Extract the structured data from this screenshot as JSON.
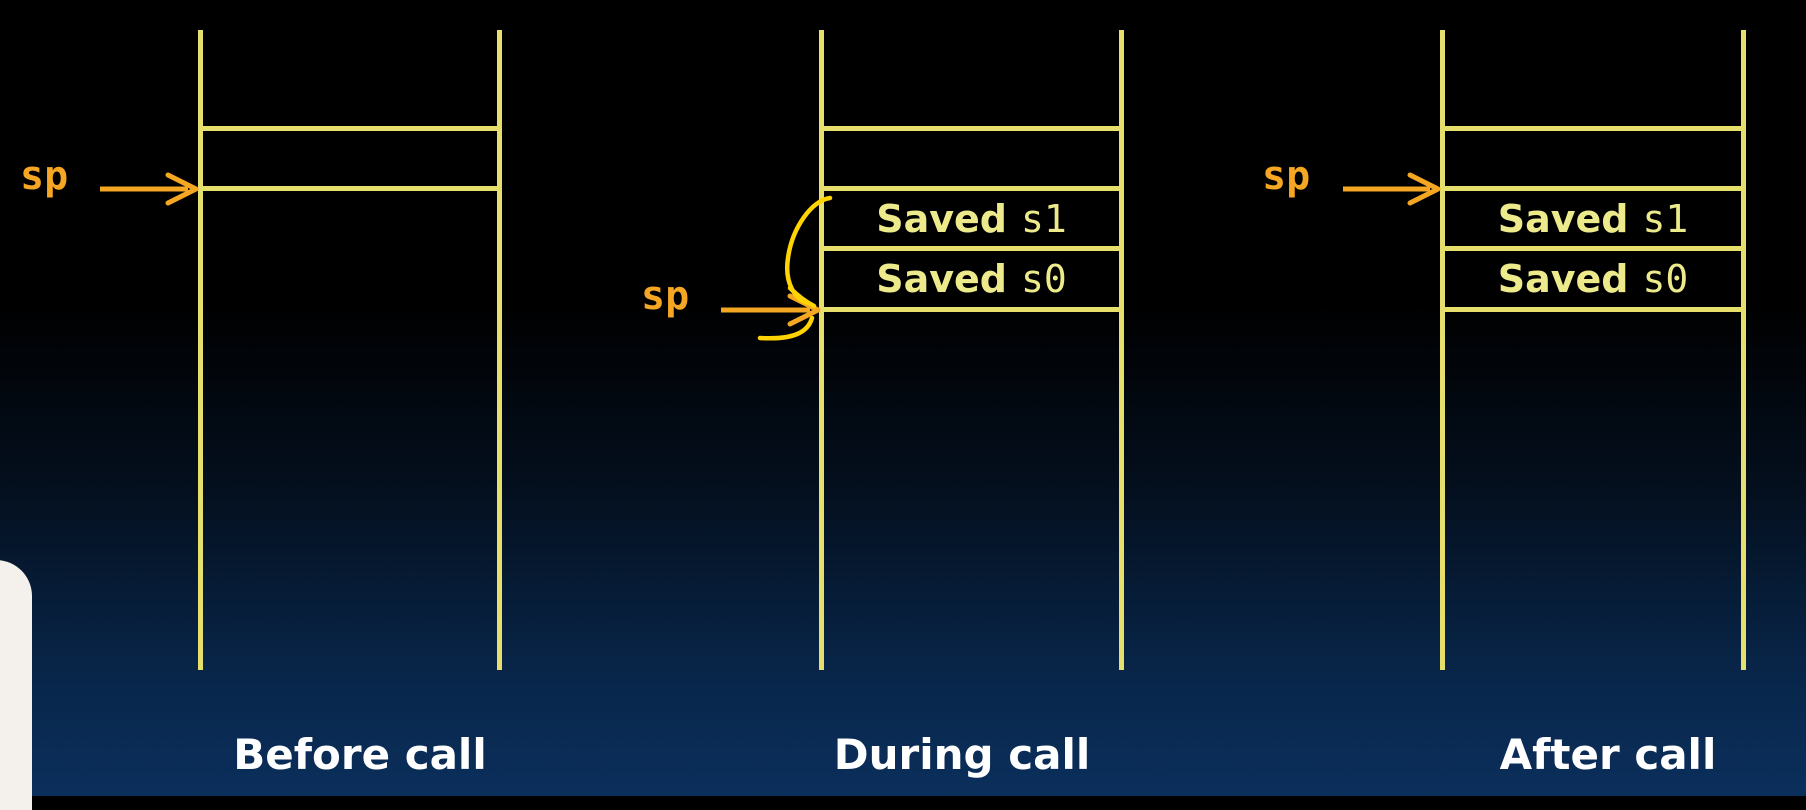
{
  "colors": {
    "rail": "#e6df6b",
    "pointer": "#f5a623",
    "cell_text": "#ecea8a",
    "annotation": "#ffd400",
    "caption": "#ffffff"
  },
  "pointer_label": "sp",
  "stacks": [
    {
      "caption": "Before call",
      "cells": []
    },
    {
      "caption": "During call",
      "cells": [
        {
          "word": "Saved",
          "reg": "s1"
        },
        {
          "word": "Saved",
          "reg": "s0"
        }
      ]
    },
    {
      "caption": "After call",
      "cells": [
        {
          "word": "Saved",
          "reg": "s1"
        },
        {
          "word": "Saved",
          "reg": "s0"
        }
      ]
    }
  ]
}
